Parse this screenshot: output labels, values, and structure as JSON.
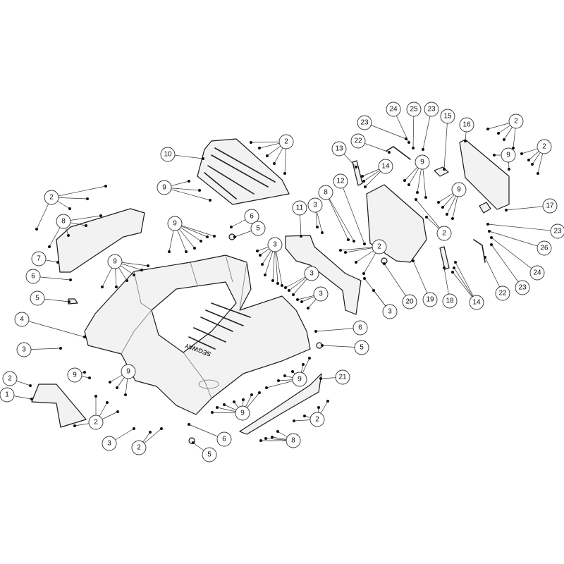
{
  "diagram": {
    "type": "exploded-parts-diagram",
    "brand_mark_on_floor": "SEGWAY",
    "callouts": [
      "1",
      "2",
      "3",
      "4",
      "5",
      "6",
      "7",
      "8",
      "2",
      "9",
      "10",
      "2",
      "9",
      "6",
      "5",
      "11",
      "3",
      "3",
      "3",
      "3",
      "9",
      "9",
      "9",
      "2",
      "3",
      "2",
      "6",
      "5",
      "9",
      "9",
      "2",
      "8",
      "21",
      "6",
      "5",
      "23",
      "24",
      "25",
      "23",
      "22",
      "13",
      "14",
      "9",
      "15",
      "16",
      "2",
      "2",
      "9",
      "12",
      "8",
      "9",
      "17",
      "2",
      "23",
      "26",
      "24",
      "23",
      "22",
      "2",
      "20",
      "19",
      "18",
      "14",
      "3"
    ]
  }
}
